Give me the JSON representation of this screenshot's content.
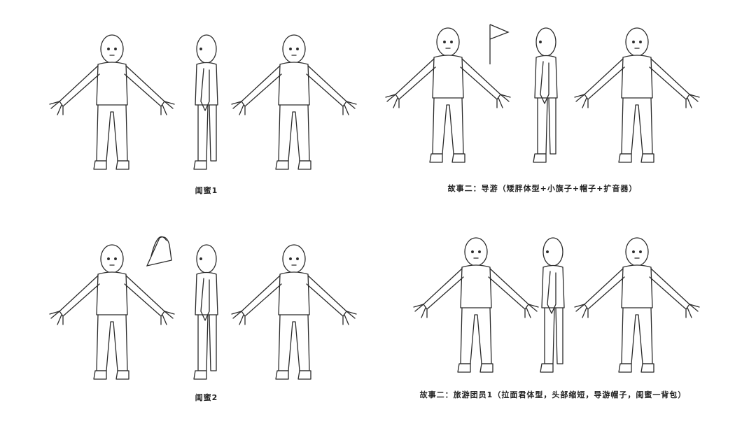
{
  "captions": {
    "bestie1": "闺蜜1",
    "bestie2": "闺蜜2",
    "guide": "故事二：导游（矮胖体型+小旗子+帽子+扩音器）",
    "tourist": "故事二：旅游团员1（拉面君体型，头部缩短，导游帽子，闺蜜一背包）"
  },
  "colors": {
    "line": "#2a2a2a",
    "background": "#ffffff"
  }
}
